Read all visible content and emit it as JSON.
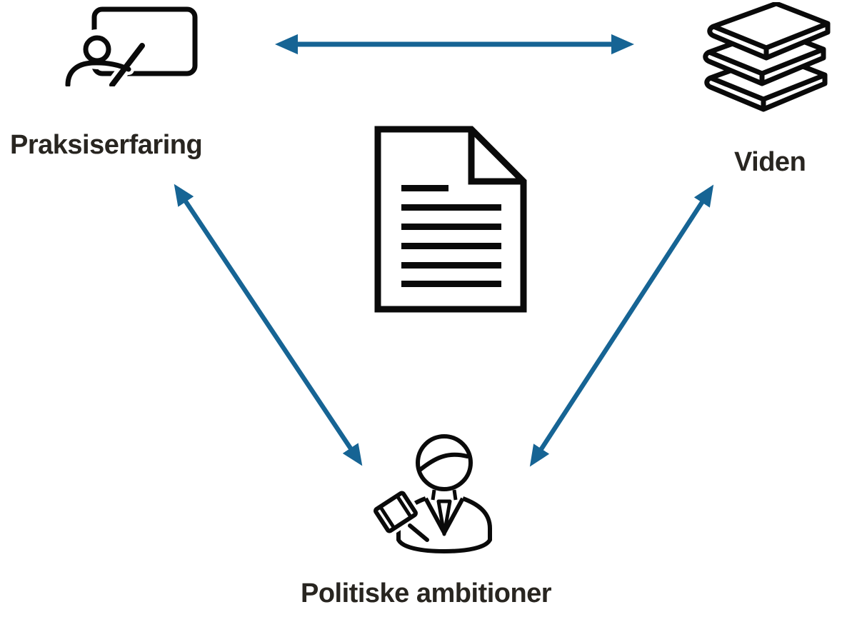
{
  "figure": {
    "type": "relationship-diagram",
    "background_color": "#ffffff",
    "arrow_color": "#166494",
    "icon_outline_color": "#0a0a0a",
    "label_color": "#282520",
    "nodes": [
      {
        "id": "praksiserfaring",
        "label": "Praksiserfaring",
        "icon": "presenter-board-icon",
        "position": "top-left"
      },
      {
        "id": "viden",
        "label": "Viden",
        "icon": "books-stack-icon",
        "position": "top-right"
      },
      {
        "id": "politiske-ambitioner",
        "label": "Politiske ambitioner",
        "icon": "politician-gavel-icon",
        "position": "bottom-center"
      }
    ],
    "center": {
      "icon": "document-icon"
    },
    "connections": [
      {
        "from": "praksiserfaring",
        "to": "viden",
        "style": "double-headed-arrow"
      },
      {
        "from": "praksiserfaring",
        "to": "politiske-ambitioner",
        "style": "double-headed-arrow"
      },
      {
        "from": "viden",
        "to": "politiske-ambitioner",
        "style": "double-headed-arrow"
      }
    ]
  }
}
